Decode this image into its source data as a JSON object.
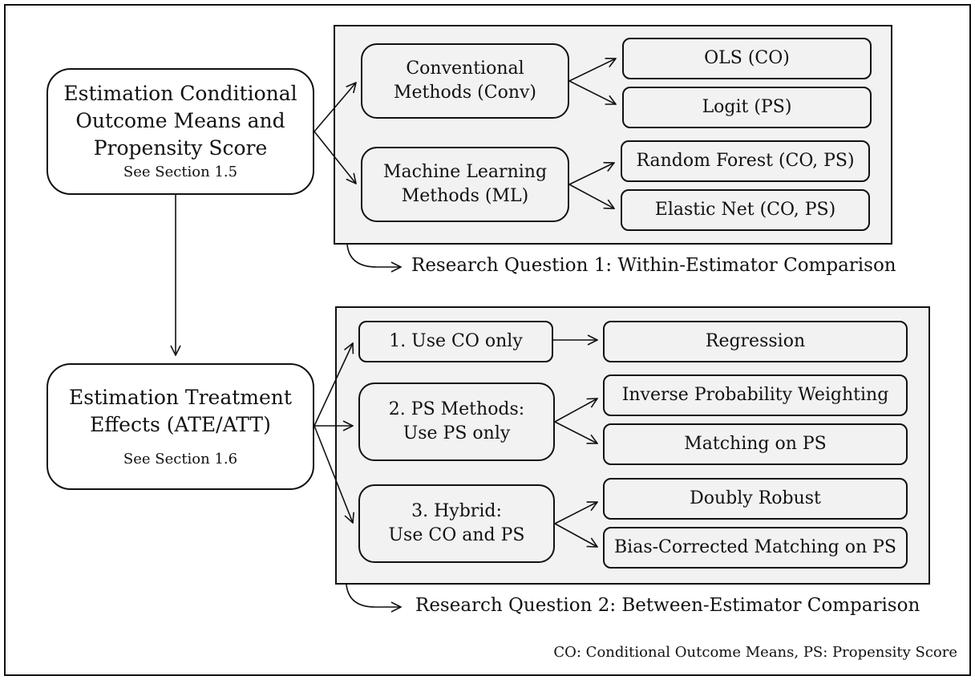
{
  "nodes": {
    "estimation_co": {
      "line1": "Estimation Conditional",
      "line2": "Outcome Means and",
      "line3": "Propensity Score",
      "sub": "See Section 1.5"
    },
    "estimation_te": {
      "line1": "Estimation Treatment",
      "line2": "Effects (ATE/ATT)",
      "sub": "See Section 1.6"
    },
    "conv": {
      "line1": "Conventional",
      "line2": "Methods (Conv)"
    },
    "ml": {
      "line1": "Machine Learning",
      "line2": "Methods (ML)"
    },
    "ols": "OLS (CO)",
    "logit": "Logit (PS)",
    "rf": "Random Forest (CO, PS)",
    "en": "Elastic Net (CO, PS)",
    "co_only": "1. Use CO only",
    "ps_methods": {
      "line1": "2. PS Methods:",
      "line2": "Use PS only"
    },
    "hybrid": {
      "line1": "3. Hybrid:",
      "line2": "Use CO and PS"
    },
    "regression": "Regression",
    "ipw": "Inverse Probability Weighting",
    "matching": "Matching on PS",
    "dr": "Doubly Robust",
    "bcm": "Bias-Corrected Matching on PS"
  },
  "research_questions": {
    "rq1": "Research Question 1: Within-Estimator Comparison",
    "rq2": "Research Question 2: Between-Estimator Comparison"
  },
  "footnote": "CO: Conditional Outcome Means, PS: Propensity Score"
}
